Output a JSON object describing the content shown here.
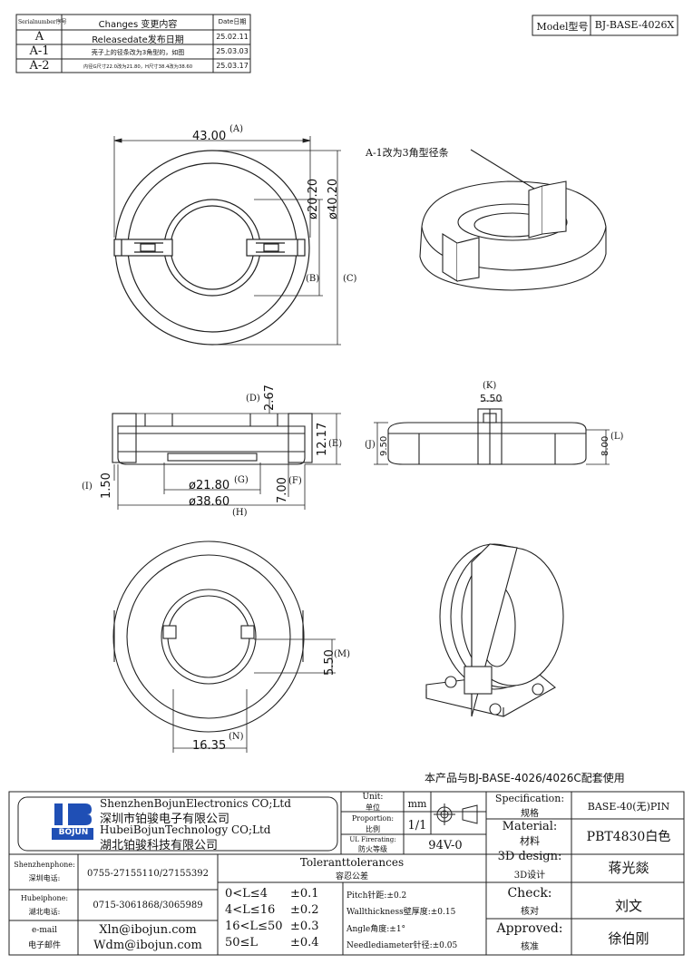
{
  "revision_table": {
    "headers": {
      "serial": "Serialnumber序号",
      "changes": "Changes 变更内容",
      "date": "Date日期"
    },
    "rows": [
      {
        "serial": "A",
        "change": "Releasedate发布日期",
        "date": "25.02.11"
      },
      {
        "serial": "A-1",
        "change": "壳子上的径条改为3角型的，如图",
        "date": "25.03.03"
      },
      {
        "serial": "A-2",
        "change": "内径G尺寸22.0改为21.80，H尺寸38.4改为38.60",
        "date": "25.03.17"
      }
    ]
  },
  "model_box": {
    "label": "Model型号",
    "value": "BJ-BASE-4026X"
  },
  "annotation_a1": "A-1改为3角型径条",
  "dimensions": {
    "top_width": "43.00",
    "top_width_tag": "(A)",
    "inner_dia": "ø20.20",
    "inner_dia_tag": "(B)",
    "outer_dia": "ø40.20",
    "outer_dia_tag": "(C)",
    "d_val": "2.67",
    "d_tag": "(D)",
    "e_val": "12.17",
    "e_tag": "(E)",
    "f_val": "7.00",
    "f_tag": "(F)",
    "g_val": "ø21.80",
    "g_tag": "(G)",
    "h_val": "ø38.60",
    "h_tag": "(H)",
    "i_val": "1.50",
    "i_tag": "(I)",
    "j_val": "9.50",
    "j_tag": "(J)",
    "k_val": "5.50",
    "k_tag": "(K)",
    "l_val": "8.00",
    "l_tag": "(L)",
    "m_val": "5.50",
    "m_tag": "(M)",
    "n_val": "16.35",
    "n_tag": "(N)"
  },
  "usage_note": "本产品与BJ-BASE-4026/4026C配套使用",
  "title_block": {
    "company_en_1": "ShenzhenBojunElectronics CO;Ltd",
    "company_cn_1": "深圳市铂骏电子有限公司",
    "company_en_2": "HubeiBojunTechnology CO;Ltd",
    "company_cn_2": "湖北铂骏科技有限公司",
    "logo_text": "BOJUN",
    "unit_label_en": "Unit:",
    "unit_label_cn": "单位",
    "unit_value": "mm",
    "proportion_label_en": "Proportion:",
    "proportion_label_cn": "比例",
    "proportion_value": "1/1",
    "ul_label_en": "UL Firerating:",
    "ul_label_cn": "防火等级",
    "ul_value": "94V-0",
    "spec_label_en": "Specification:",
    "spec_label_cn": "规格",
    "spec_value": "BASE-40(无)PIN",
    "material_label_en": "Material:",
    "material_label_cn": "材料",
    "material_value": "PBT4830白色",
    "design_label_en": "3D design:",
    "design_label_cn": "3D设计",
    "design_value": "蒋光燚",
    "check_label_en": "Check:",
    "check_label_cn": "核对",
    "check_value": "刘文",
    "approved_label_en": "Approved:",
    "approved_label_cn": "核准",
    "approved_value": "徐伯刚",
    "sz_phone_label_en": "Shenzhenphone:",
    "sz_phone_label_cn": "深圳电话:",
    "sz_phone_value": "0755-27155110/27155392",
    "hb_phone_label_en": "Hubeiphone:",
    "hb_phone_label_cn": "湖北电话:",
    "hb_phone_value": "0715-3061868/3065989",
    "email_label_en": "e-mail",
    "email_label_cn": "电子邮件",
    "email_1": "Xln@ibojun.com",
    "email_2": "Wdm@ibojun.com",
    "tol_title_en": "Toleranttolerances",
    "tol_title_cn": "容忍公差",
    "tol_rows": [
      {
        "range": "0<L≤4",
        "tol": "±0.1"
      },
      {
        "range": "4<L≤16",
        "tol": "±0.2"
      },
      {
        "range": "16<L≤50",
        "tol": "±0.3"
      },
      {
        "range": "50≤L",
        "tol": "±0.4"
      }
    ],
    "tol_notes": [
      "Pitch针距:±0.2",
      "Wallthickness壁厚度:±0.15",
      "Angle角度:±1°",
      "Needlediameter针径:±0.05"
    ]
  }
}
